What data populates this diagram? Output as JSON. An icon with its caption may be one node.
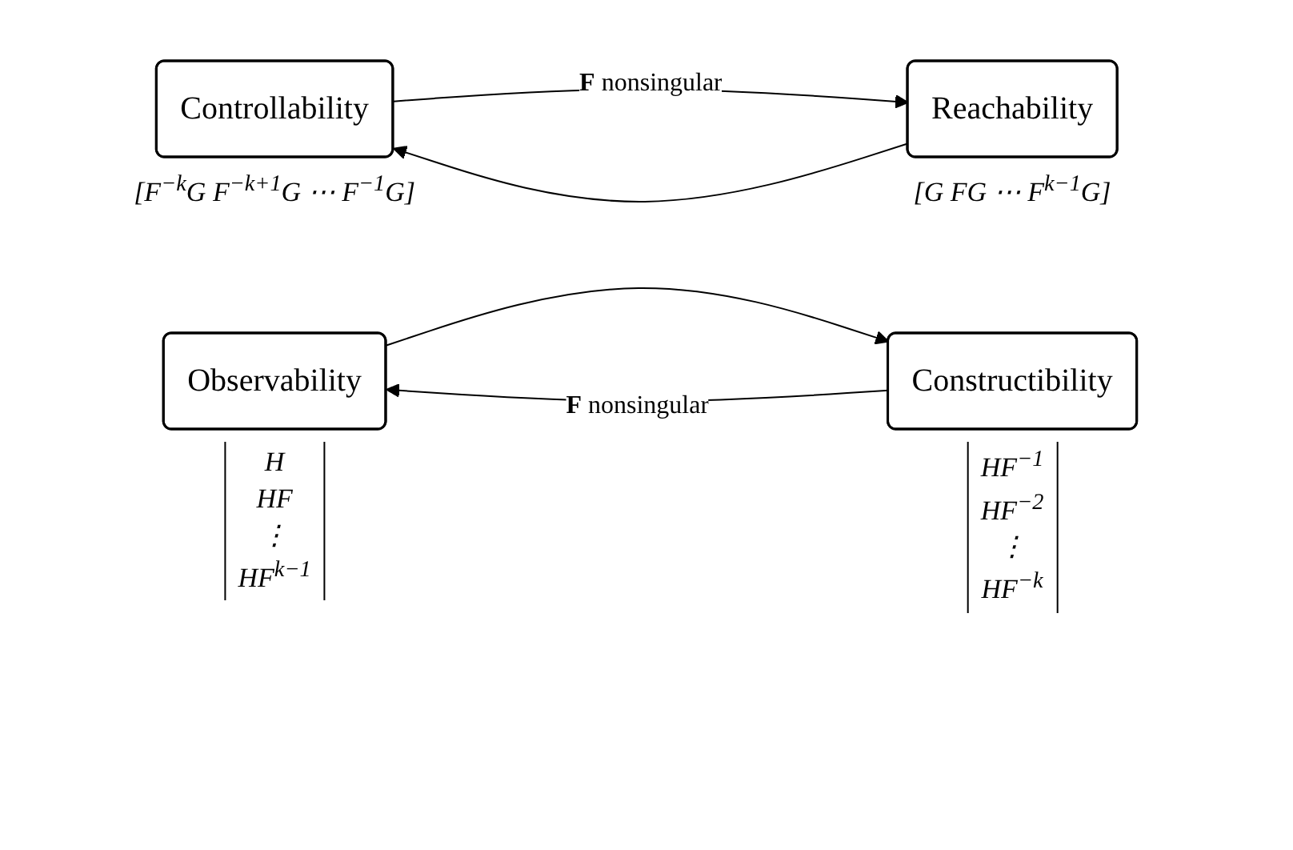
{
  "diagram": {
    "nodes": [
      {
        "text": [
          "Controllability"
        ],
        "beside": [
          "[F$^{−k}$G F$^{−k+1}$G ⋯ F$^{−1}$G]"
        ]
      },
      {
        "text": [
          "Reachability"
        ],
        "beside": [
          "[G FG ⋯ F$^{k−1}$G]"
        ]
      },
      {
        "text": [
          "Observability"
        ],
        "beside": [
          "H HF ⋮ HF$^{k−1}$"
        ]
      },
      {
        "text": [
          "Constructibility"
        ],
        "beside": [
          "HF$^{−1}$ HF$^{−2}$ ⋮ HF$^{−k}$"
        ]
      }
    ],
    "edges": [
      {
        "from": 0,
        "to": 1,
        "arrow": "to",
        "label": "**F** nonsingular"
      },
      {
        "from": 1,
        "to": 0,
        "arrow": "to"
      },
      {
        "from": 2,
        "to": 3,
        "arrow": "to"
      },
      {
        "from": 3,
        "to": 2,
        "arrow": "to",
        "label": "**F** nonsingular"
      }
    ]
  }
}
